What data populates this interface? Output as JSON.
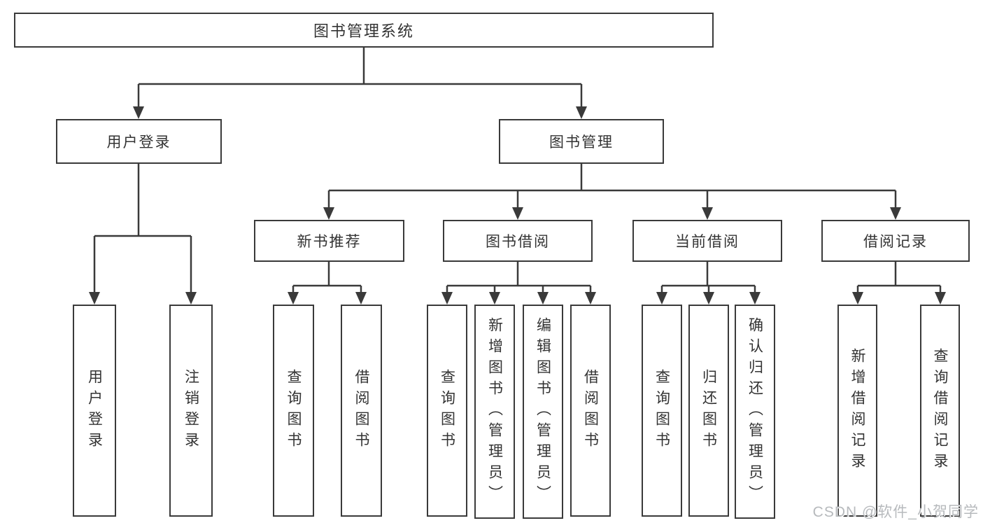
{
  "diagram": {
    "root": "图书管理系统",
    "level2": [
      {
        "label": "用户登录"
      },
      {
        "label": "图书管理"
      }
    ],
    "level3": [
      {
        "label": "新书推荐"
      },
      {
        "label": "图书借阅"
      },
      {
        "label": "当前借阅"
      },
      {
        "label": "借阅记录"
      }
    ],
    "leaves": [
      {
        "label": "用户登录",
        "parent": "用户登录"
      },
      {
        "label": "注销登录",
        "parent": "用户登录"
      },
      {
        "label": "查询图书",
        "parent": "新书推荐"
      },
      {
        "label": "借阅图书",
        "parent": "新书推荐"
      },
      {
        "label": "查询图书",
        "parent": "图书借阅"
      },
      {
        "label": "新增图书（管理员）",
        "parent": "图书借阅"
      },
      {
        "label": "编辑图书（管理员）",
        "parent": "图书借阅"
      },
      {
        "label": "借阅图书",
        "parent": "图书借阅"
      },
      {
        "label": "查询图书",
        "parent": "当前借阅"
      },
      {
        "label": "归还图书",
        "parent": "当前借阅"
      },
      {
        "label": "确认归还（管理员）",
        "parent": "当前借阅"
      },
      {
        "label": "新增借阅记录",
        "parent": "借阅记录"
      },
      {
        "label": "查询借阅记录",
        "parent": "借阅记录"
      }
    ]
  },
  "watermark": "CSDN @软件_小贺同学",
  "colors": {
    "line": "#3a3a3a",
    "text": "#333333",
    "background": "#ffffff",
    "watermark": "#b7babd"
  }
}
